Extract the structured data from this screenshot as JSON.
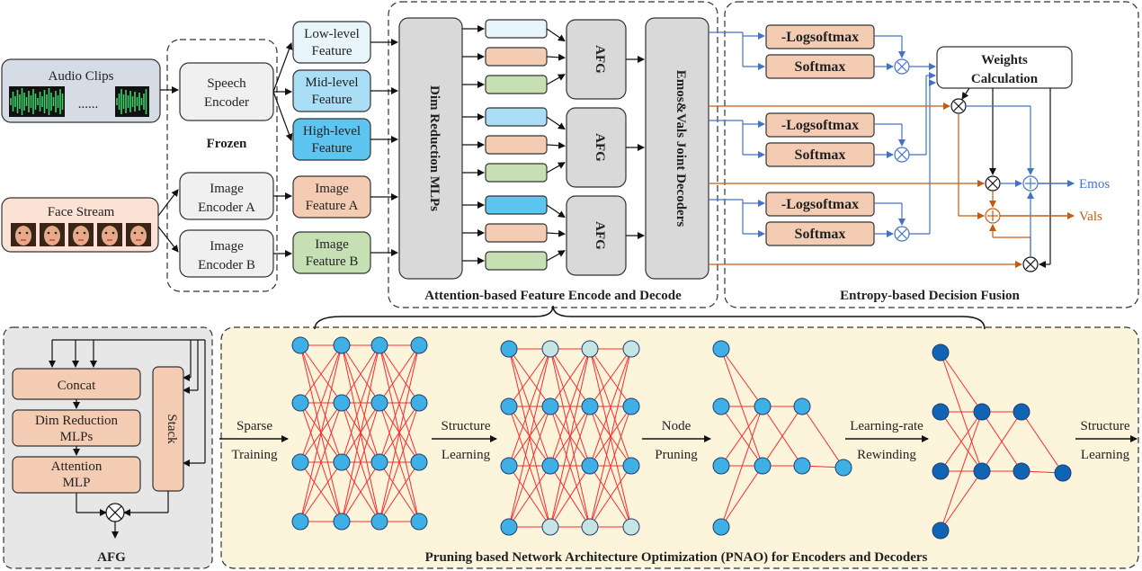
{
  "inputs": {
    "audio_label": "Audio Clips",
    "audio_ellipsis": "......",
    "face_label": "Face Stream"
  },
  "encoders": {
    "speech": [
      "Speech",
      "Encoder"
    ],
    "image_a": [
      "Image",
      "Encoder A"
    ],
    "image_b": [
      "Image",
      "Encoder B"
    ],
    "frozen_label": "Frozen"
  },
  "features": {
    "low": [
      "Low-level",
      "Feature"
    ],
    "mid": [
      "Mid-level",
      "Feature"
    ],
    "high": [
      "High-level",
      "Feature"
    ],
    "img_a": [
      "Image",
      "Feature A"
    ],
    "img_b": [
      "Image",
      "Feature B"
    ]
  },
  "encode_decode": {
    "dim_reduction": "Dim Reduction MLPs",
    "afg": "AFG",
    "decoders": "Emos&Vals Joint Decoders",
    "section_title": "Attention-based Feature Encode and Decode"
  },
  "fusion": {
    "neg_logsoftmax": "-Logsoftmax",
    "softmax": "Softmax",
    "weights": [
      "Weights",
      "Calculation"
    ],
    "emos": "Emos",
    "vals": "Vals",
    "section_title": "Entropy-based Decision Fusion"
  },
  "afg_detail": {
    "concat": "Concat",
    "dim_reduction": [
      "Dim Reduction",
      "MLPs"
    ],
    "attention": [
      "Attention",
      "MLP"
    ],
    "stack": "Stack",
    "section_title": "AFG"
  },
  "pnao": {
    "steps": [
      [
        "Sparse",
        "Training"
      ],
      [
        "Structure",
        "Learning"
      ],
      [
        "Node",
        "Pruning"
      ],
      [
        "Learning-rate",
        "Rewinding"
      ],
      [
        "Structure",
        "Learning"
      ]
    ],
    "section_title": "Pruning based Network Architecture Optimization (PNAO) for Encoders and Decoders"
  },
  "colors": {
    "blue_arrow": "#4472c4",
    "orange_arrow": "#c55a11",
    "node_light": "#3fb0e6",
    "node_faded": "#c5e4e4",
    "node_dark": "#0f64b4",
    "edge": "#ff2a2a",
    "peach": "#f4ccb4",
    "green": "#c6e0b4",
    "gray_box": "#d9d9d9",
    "pnao_bg": "#fdf4dc"
  }
}
